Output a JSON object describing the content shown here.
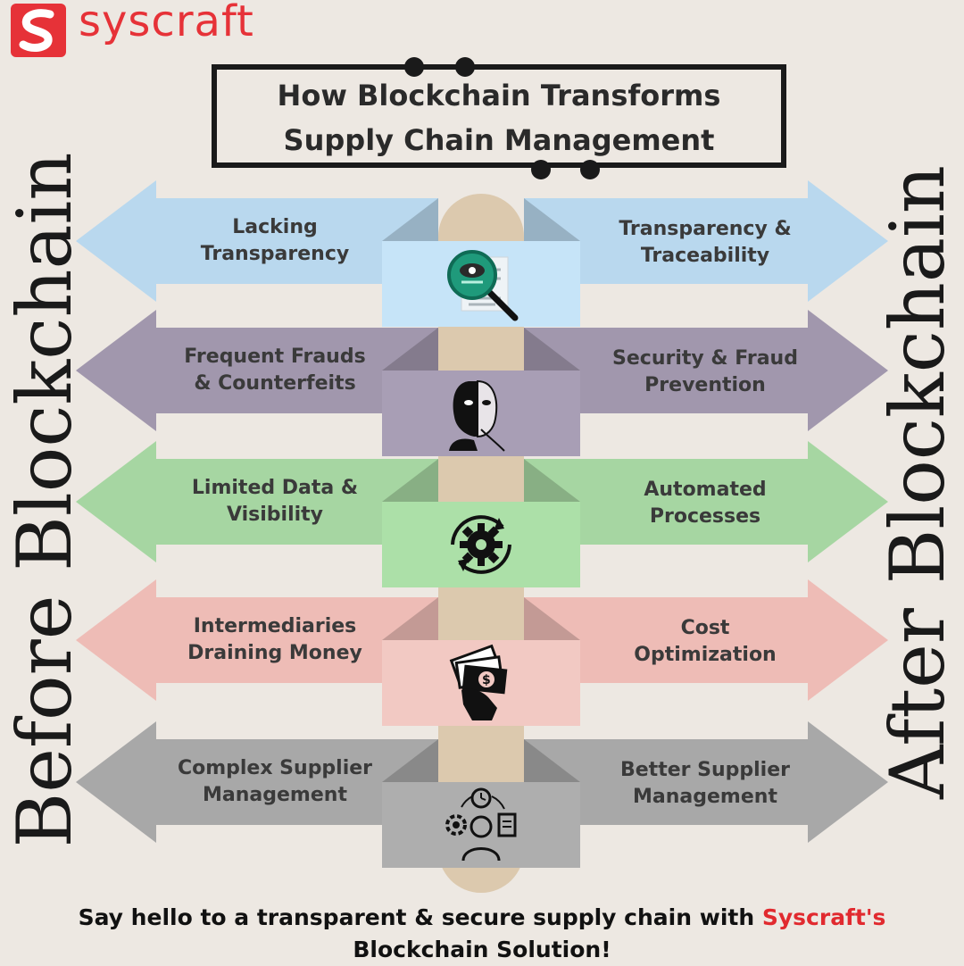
{
  "brand": {
    "name": "syscraft",
    "color": "#e63238"
  },
  "title": {
    "line1": "How Blockchain Transforms",
    "line2": "Supply Chain Management"
  },
  "side_labels": {
    "left": "Before Blockchain",
    "right": "After Blockchain"
  },
  "rows": [
    {
      "before_line1": "Lacking",
      "before_line2": "Transparency",
      "after_line1": "Transparency &",
      "after_line2": "Traceability",
      "icon": "magnifier-document-icon",
      "color": "#b9d8ee",
      "center_color": "#c6e4f8"
    },
    {
      "before_line1": "Frequent Frauds",
      "before_line2": "& Counterfeits",
      "after_line1": "Security & Fraud",
      "after_line2": "Prevention",
      "icon": "mask-face-icon",
      "color": "#a197ad",
      "center_color": "#a89eb5"
    },
    {
      "before_line1": "Limited Data &",
      "before_line2": "Visibility",
      "after_line1": "Automated",
      "after_line2": "Processes",
      "icon": "gear-cycle-icon",
      "color": "#a6d6a2",
      "center_color": "#ace0a8"
    },
    {
      "before_line1": "Intermediaries",
      "before_line2": "Draining Money",
      "after_line1": "Cost",
      "after_line2": "Optimization",
      "icon": "hand-money-icon",
      "color": "#eebcb6",
      "center_color": "#f2c9c3"
    },
    {
      "before_line1": "Complex Supplier",
      "before_line2": "Management",
      "after_line1": "Better Supplier",
      "after_line2": "Management",
      "icon": "supplier-management-icon",
      "color": "#a8a8a8",
      "center_color": "#aeaeae"
    }
  ],
  "footer": {
    "text_before": "Say hello to a transparent & secure supply chain with ",
    "brand": "Syscraft's",
    "text_after": "Blockchain Solution!"
  }
}
